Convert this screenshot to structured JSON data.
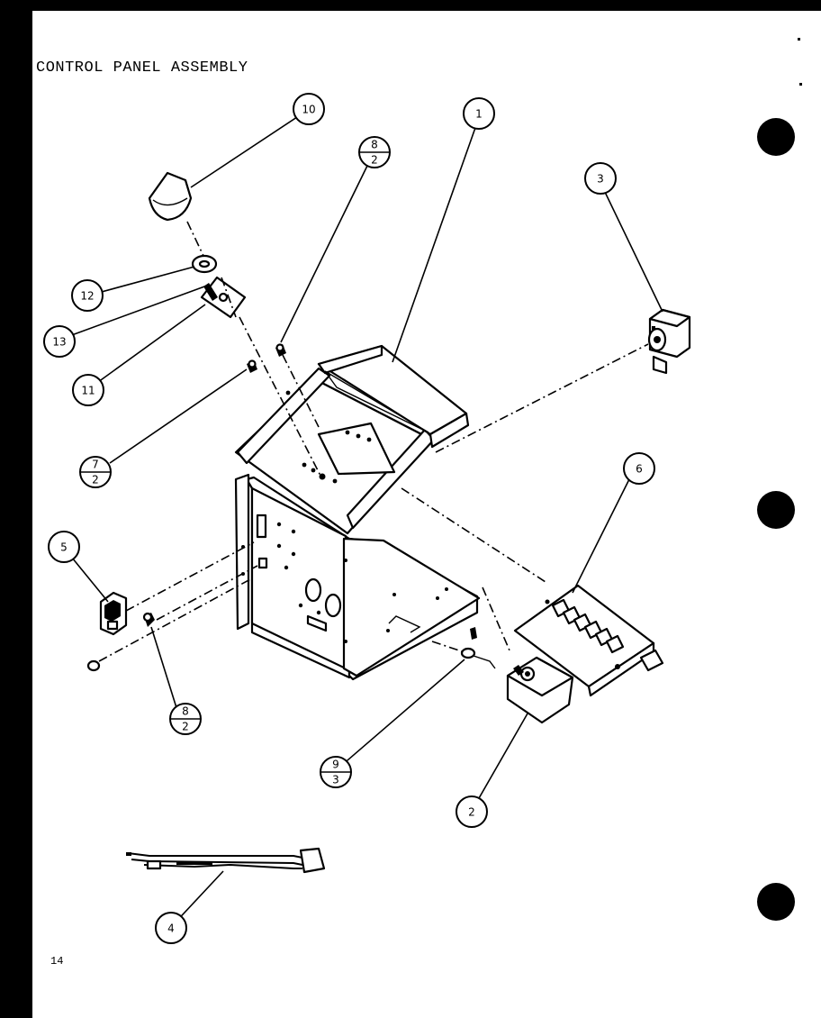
{
  "page": {
    "title": "CONTROL PANEL ASSEMBLY",
    "page_number": "14"
  },
  "callouts": {
    "c1": {
      "label": "1"
    },
    "c2": {
      "label": "2"
    },
    "c3": {
      "label": "3"
    },
    "c4": {
      "label": "4"
    },
    "c5": {
      "label": "5"
    },
    "c6": {
      "label": "6"
    },
    "c10": {
      "label": "10"
    },
    "c11": {
      "label": "11"
    },
    "c12": {
      "label": "12"
    },
    "c13": {
      "label": "13"
    },
    "c8top": {
      "top": "8",
      "bottom": "2"
    },
    "c8bottom": {
      "top": "8",
      "bottom": "2"
    },
    "c7": {
      "top": "7",
      "bottom": "2"
    },
    "c9": {
      "top": "9",
      "bottom": "3"
    }
  },
  "colors": {
    "ink": "#000000",
    "paper": "#ffffff",
    "border": "#000000"
  },
  "binder_holes": 3
}
